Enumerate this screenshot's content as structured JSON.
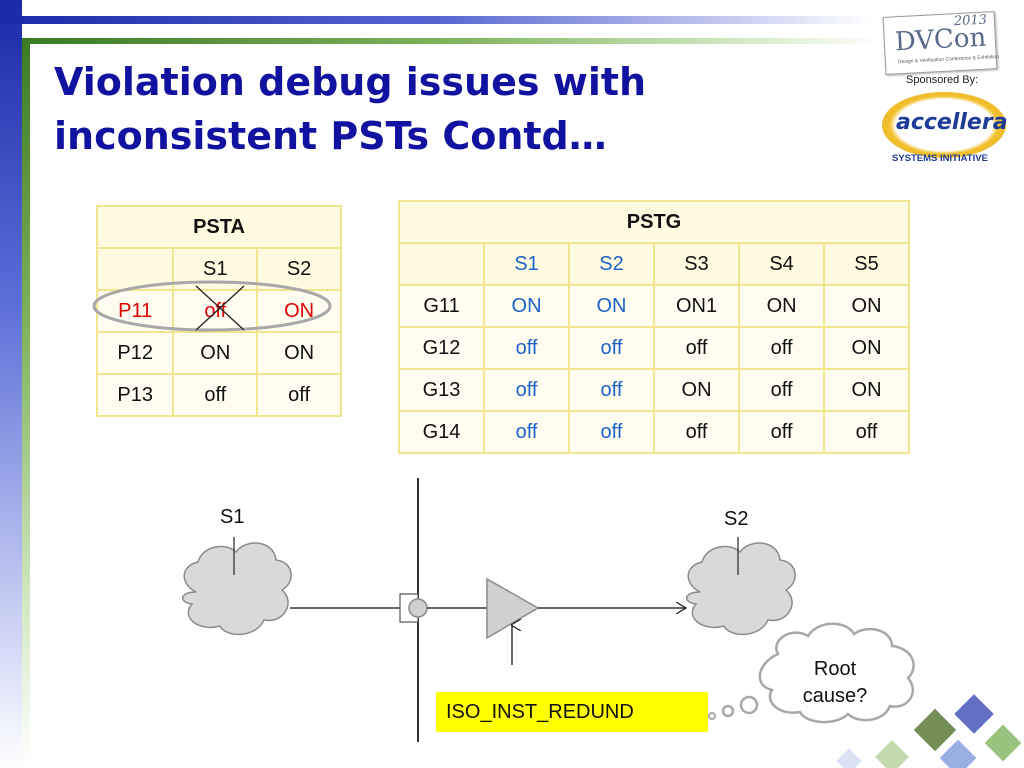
{
  "title": {
    "line1": "Violation debug issues with",
    "line2": "inconsistent PSTs Contd…"
  },
  "sponsor": {
    "dvcon_logo": "DVCon",
    "dvcon_year": "2013",
    "dvcon_subtitle": "Design & Verification Conference & Exhibition",
    "sponsored_by": "Sponsored By:",
    "accellera_logo": "accellera",
    "systems_initiative": "SYSTEMS INITIATIVE"
  },
  "psta": {
    "title": "PSTA",
    "columns": [
      "",
      "S1",
      "S2"
    ],
    "rows": [
      {
        "name": "P11",
        "s1": "off",
        "s2": "ON"
      },
      {
        "name": "P12",
        "s1": "ON",
        "s2": "ON"
      },
      {
        "name": "P13",
        "s1": "off",
        "s2": "off"
      }
    ]
  },
  "pstg": {
    "title": "PSTG",
    "columns": [
      "",
      "S1",
      "S2",
      "S3",
      "S4",
      "S5"
    ],
    "rows": [
      {
        "name": "G11",
        "values": [
          "ON",
          "ON",
          "ON1",
          "ON",
          "ON"
        ]
      },
      {
        "name": "G12",
        "values": [
          "off",
          "off",
          "off",
          "off",
          "ON"
        ]
      },
      {
        "name": "G13",
        "values": [
          "off",
          "off",
          "ON",
          "off",
          "ON"
        ]
      },
      {
        "name": "G14",
        "values": [
          "off",
          "off",
          "off",
          "off",
          "off"
        ]
      }
    ]
  },
  "diagram": {
    "source_label": "S1",
    "dest_label": "S2",
    "iso_cell": "ISO_INST_REDUND",
    "thought_line1": "Root",
    "thought_line2": "cause?"
  },
  "colors": {
    "title": "#1212a0",
    "highlight_red": "#e00000",
    "highlight_blue": "#1d62c9",
    "table_border": "#f2e590",
    "iso_box": "#ffff00",
    "cloud_fill": "#d9d9d9"
  }
}
